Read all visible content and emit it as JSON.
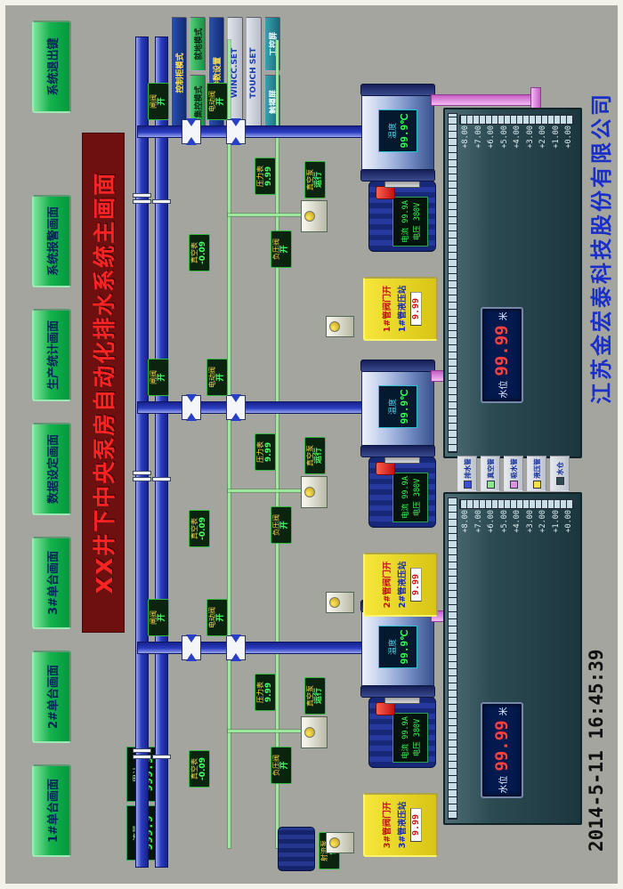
{
  "nav": {
    "buttons": [
      {
        "label": "1#单台画面"
      },
      {
        "label": "2#单台画面"
      },
      {
        "label": "3#单台画面"
      },
      {
        "label": "数据设定画面"
      },
      {
        "label": "生产统计画面"
      },
      {
        "label": "系统报警画面"
      }
    ],
    "exit_label": "系统退出键"
  },
  "title": "XX井下中央泵房自动化排水系统主画面",
  "mode": {
    "b0": "控制柜模式",
    "b1": "集控模式",
    "b2": "就地模式",
    "b3": "参数设置",
    "b4": "WINCC.SET",
    "b5": "TOUCH SET",
    "b6": "触摸屏",
    "b7": "工控屏"
  },
  "flow": {
    "f1_label": "流量",
    "f1_value": "999.9",
    "f2_label": "累计",
    "f2_value": "999.9"
  },
  "jet": {
    "label": "射流泵",
    "value": "停"
  },
  "groups": [
    {
      "id": "3#",
      "valve_panel": {
        "line1": "3#管阀门开",
        "line2": "3#管液压站",
        "value": "9.99"
      },
      "tags": {
        "gate": {
          "label": "闸阀",
          "value": "开"
        },
        "mvalve": {
          "label": "电动阀",
          "value": "开"
        },
        "vac": {
          "label": "真空表",
          "value": "-0.09"
        },
        "press": {
          "label": "压力表",
          "value": "9.99"
        },
        "vpump": {
          "label": "真空泵",
          "value": "运行"
        },
        "nvalve": {
          "label": "负压阀",
          "value": "开"
        }
      },
      "pump": {
        "temp_label": "温度",
        "temp_value": "99.9℃",
        "amp": "电流 99.9A",
        "volt": "电压 380V"
      }
    },
    {
      "id": "2#",
      "valve_panel": {
        "line1": "2#管阀门开",
        "line2": "2#管液压站",
        "value": "9.99"
      },
      "tags": {
        "gate": {
          "label": "闸阀",
          "value": "开"
        },
        "mvalve": {
          "label": "电动阀",
          "value": "开"
        },
        "vac": {
          "label": "真空表",
          "value": "-0.09"
        },
        "press": {
          "label": "压力表",
          "value": "9.99"
        },
        "vpump": {
          "label": "真空泵",
          "value": "运行"
        },
        "nvalve": {
          "label": "负压阀",
          "value": "开"
        }
      },
      "pump": {
        "temp_label": "温度",
        "temp_value": "99.9℃",
        "amp": "电流 99.9A",
        "volt": "电压 380V"
      }
    },
    {
      "id": "1#",
      "valve_panel": {
        "line1": "1#管阀门开",
        "line2": "1#管液压站",
        "value": "9.99"
      },
      "tags": {
        "gate": {
          "label": "闸阀",
          "value": "开"
        },
        "mvalve": {
          "label": "电动阀",
          "value": "开"
        },
        "vac": {
          "label": "真空表",
          "value": "-0.09"
        },
        "press": {
          "label": "压力表",
          "value": "9.99"
        },
        "vpump": {
          "label": "真空泵",
          "value": "运行"
        },
        "nvalve": {
          "label": "负压阀",
          "value": "开"
        }
      },
      "pump": {
        "temp_label": "温度",
        "temp_value": "99.9℃",
        "amp": "电流 99.9A",
        "volt": "电压 380V"
      }
    }
  ],
  "tanks": {
    "scale": [
      "+8.00",
      "+7.00",
      "+6.00",
      "+5.00",
      "+4.00",
      "+3.00",
      "+2.00",
      "+1.00",
      "+0.00"
    ],
    "t1": {
      "label": "水位",
      "value": "99.99",
      "unit": "米"
    },
    "t2": {
      "label": "水位",
      "value": "99.99",
      "unit": "米"
    }
  },
  "legend": [
    {
      "label": "排水管",
      "color": "#3a4fd8"
    },
    {
      "label": "真空管",
      "color": "#8ce88c"
    },
    {
      "label": "吸水管",
      "color": "#e090e0"
    },
    {
      "label": "液压管",
      "color": "#ffe040"
    },
    {
      "label": "水仓",
      "color": "#2e4a50"
    }
  ],
  "footer": {
    "datetime": "2014-5-11  16:45:39",
    "company": "江苏金宏泰科技股份有限公司"
  }
}
